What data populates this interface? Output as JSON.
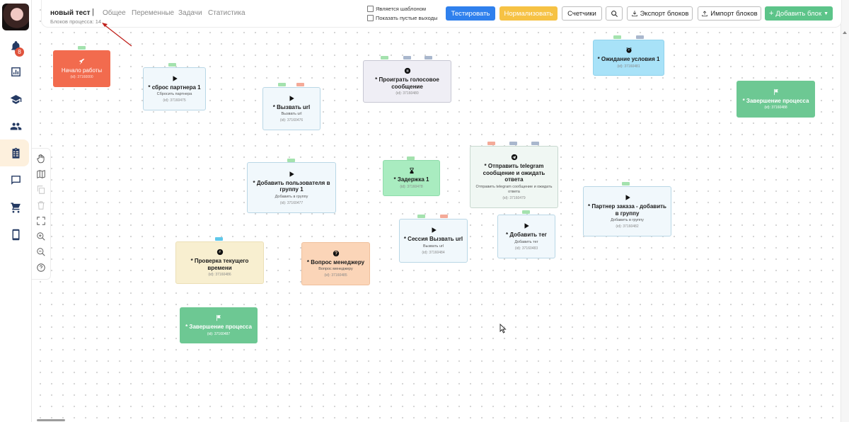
{
  "sidebar": {
    "notifications_badge": "8",
    "items": [
      {
        "icon": "bell-icon"
      },
      {
        "icon": "bar-chart-icon"
      },
      {
        "icon": "graduation-cap-icon"
      },
      {
        "icon": "users-icon"
      },
      {
        "icon": "clipboard-icon",
        "active": true
      },
      {
        "icon": "chat-icon"
      },
      {
        "icon": "cart-icon"
      },
      {
        "icon": "phone-icon"
      }
    ]
  },
  "tools": [
    "hand-icon",
    "map-icon",
    "copy-icon",
    "trash-icon",
    "fullscreen-icon",
    "zoom-in-icon",
    "zoom-out-icon",
    "help-icon"
  ],
  "header": {
    "process_name": "новый тест",
    "separator": "|",
    "tabs": [
      "Общее",
      "Переменные",
      "Задачи",
      "Статистика"
    ],
    "blocks_count": "Блоков процесса: 14",
    "is_template_label": "Является шаблоном",
    "show_empty_label": "Показать пустые выходы",
    "test_button": "Тестировать",
    "normalize_button": "Нормализовать",
    "counters_button": "Счетчики",
    "export_button": "Экспорт блоков",
    "import_button": "Импорт блоков",
    "add_button": "Добавить блок",
    "colors": {
      "test": "#2f80ed",
      "normalize": "#f6c244",
      "add": "#5cc489"
    }
  },
  "blocks": [
    {
      "id": "start",
      "title": "Начало работы",
      "id_label": "(id): 37160000",
      "color": "#f26b4e",
      "icon": "rocket-icon"
    },
    {
      "id": "b475",
      "title": "* сброс партнера 1",
      "sub": "Сбросить партнера",
      "id_label": "(id): 37160475",
      "icon": "play-icon"
    },
    {
      "id": "b476",
      "title": "* Вызвать url",
      "sub": "Вызвать url",
      "id_label": "(id): 37160476",
      "icon": "play-icon"
    },
    {
      "id": "b480",
      "title": "* Проиграть голосовое сообщение",
      "sub": "",
      "id_label": "(id): 37160480",
      "icon": "voice-icon"
    },
    {
      "id": "b481",
      "title": "* Ожидание условия 1",
      "sub": "",
      "id_label": "(id): 37160481",
      "icon": "alarm-icon"
    },
    {
      "id": "b488",
      "title": "* Завершение процесса",
      "sub": "",
      "id_label": "(id): 37160488",
      "icon": "flag-icon"
    },
    {
      "id": "b477",
      "title": "* Добавить пользователя в группу 1",
      "sub": "Добавить в группу",
      "id_label": "(id): 37160477",
      "icon": "play-icon"
    },
    {
      "id": "b478",
      "title": "* Задержка 1",
      "sub": "",
      "id_label": "(id): 37160478",
      "icon": "hourglass-icon"
    },
    {
      "id": "b479",
      "title": "* Отправить telegram сообщение и ожидать ответа",
      "sub": "Отправить telegram сообщение и ожидать ответа",
      "id_label": "(id): 37160479",
      "icon": "telegram-icon"
    },
    {
      "id": "b482",
      "title": "* Партнер заказа - добавить в группу",
      "sub": "Добавить в группу",
      "id_label": "(id): 37160482",
      "icon": "play-icon"
    },
    {
      "id": "b484",
      "title": "* Сессия Вызвать url",
      "sub": "Вызвать url",
      "id_label": "(id): 37160484",
      "icon": "play-icon"
    },
    {
      "id": "b483",
      "title": "* Добавить тег",
      "sub": "Добавить тег",
      "id_label": "(id): 37160483",
      "icon": "play-icon"
    },
    {
      "id": "b486",
      "title": "* Проверка текущего времени",
      "sub": "",
      "id_label": "(id): 37160486",
      "icon": "clock-icon"
    },
    {
      "id": "b485",
      "title": "* Вопрос менеджеру",
      "sub": "Вопрос менеджеру",
      "id_label": "(id): 37160485",
      "icon": "question-icon"
    },
    {
      "id": "b487",
      "title": "* Завершение процесса",
      "sub": "",
      "id_label": "(id): 37160487",
      "icon": "flag-icon"
    }
  ]
}
